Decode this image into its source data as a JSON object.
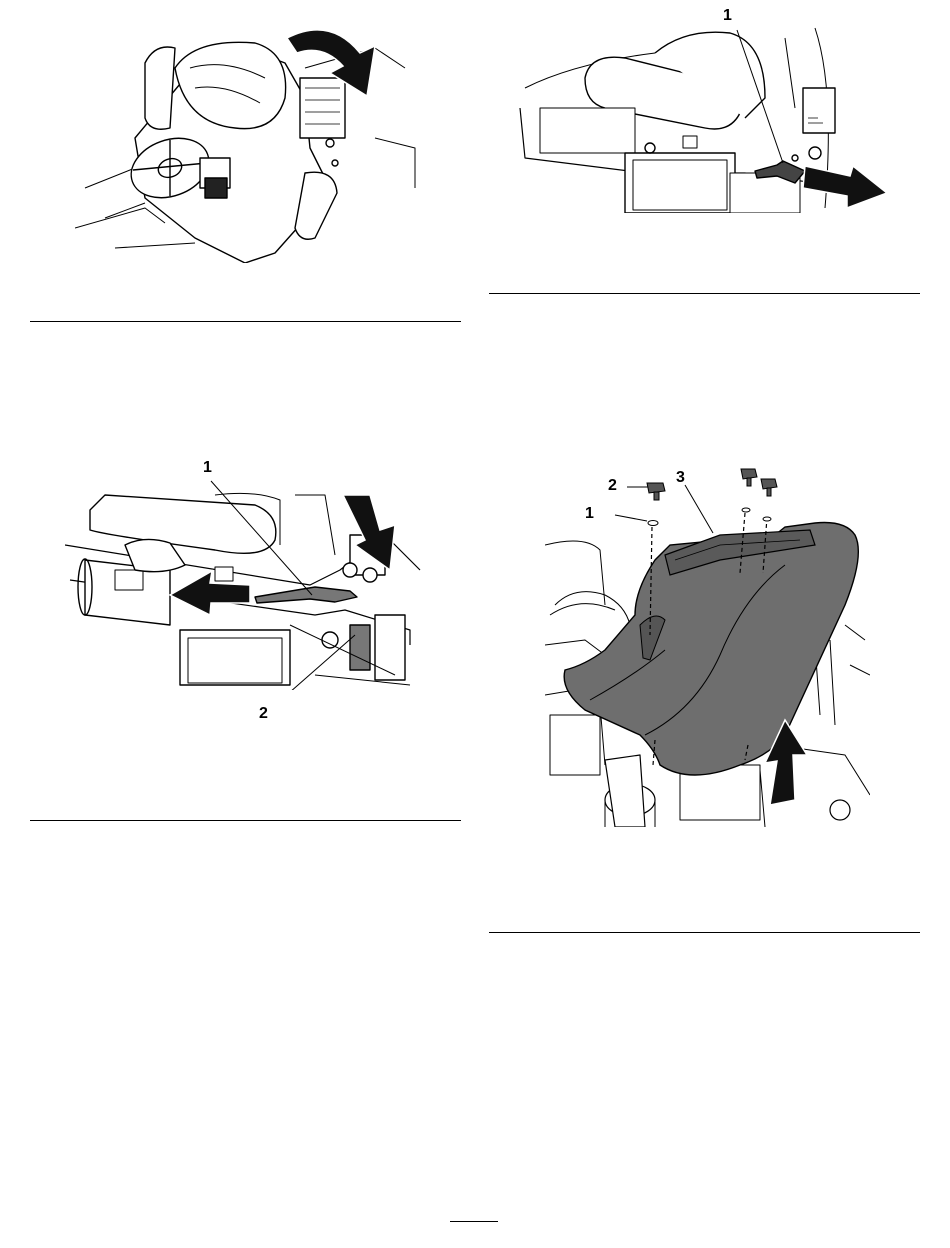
{
  "figures": [
    {
      "id": "fig-seat-tilt",
      "callouts": [],
      "icons": [
        "curved-arrow-icon"
      ]
    },
    {
      "id": "fig-seat-latch-slide",
      "callouts": [
        "1"
      ],
      "icons": [
        "right-arrow-icon"
      ]
    },
    {
      "id": "fig-seat-latch-release",
      "callouts": [
        "1",
        "2"
      ],
      "icons": [
        "left-arrow-icon",
        "down-arrow-icon"
      ]
    },
    {
      "id": "fig-console-cover",
      "callouts": [
        "2",
        "3",
        "1"
      ],
      "icons": [
        "up-arrow-icon"
      ]
    }
  ],
  "colors": {
    "line": "#000000",
    "cover_fill": "#6e6e6e",
    "arrow_fill": "#111111",
    "background": "#ffffff"
  }
}
